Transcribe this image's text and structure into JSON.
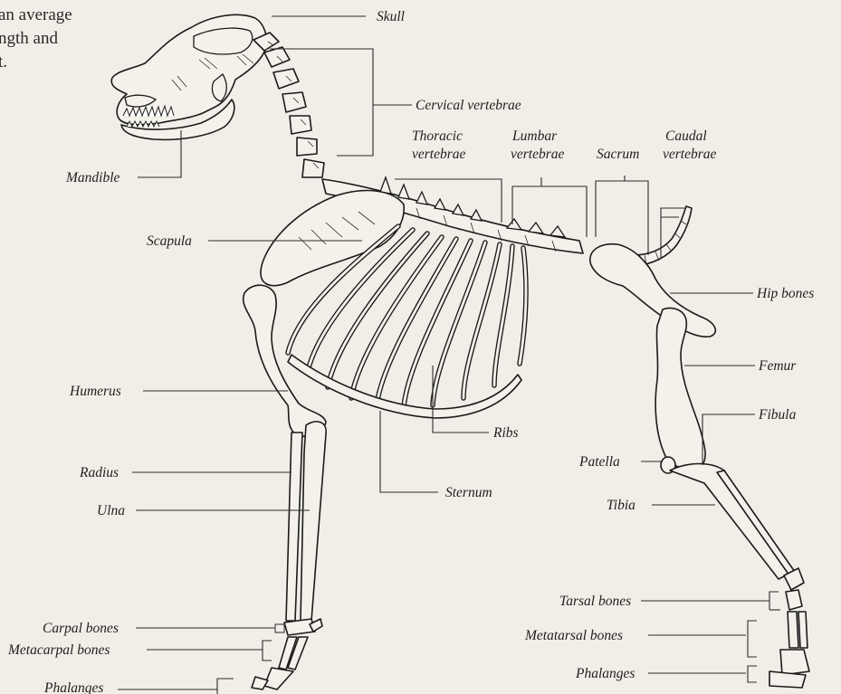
{
  "intro_text": "an average\nngth and\nt.",
  "labels": {
    "skull": "Skull",
    "cervical": "Cervical vertebrae",
    "thoracic_1": "Thoracic",
    "thoracic_2": "vertebrae",
    "lumbar_1": "Lumbar",
    "lumbar_2": "vertebrae",
    "sacrum": "Sacrum",
    "caudal_1": "Caudal",
    "caudal_2": "vertebrae",
    "mandible": "Mandible",
    "scapula": "Scapula",
    "hip_bones": "Hip bones",
    "femur": "Femur",
    "fibula": "Fibula",
    "humerus": "Humerus",
    "ribs": "Ribs",
    "patella": "Patella",
    "radius": "Radius",
    "sternum": "Sternum",
    "tibia": "Tibia",
    "ulna": "Ulna",
    "tarsal": "Tarsal bones",
    "carpal": "Carpal bones",
    "metatarsal": "Metatarsal bones",
    "metacarpal": "Metacarpal bones",
    "phalanges_hind": "Phalanges",
    "phalanges_front": "Phalanges"
  },
  "colors": {
    "background": "#f1eee7",
    "ink": "#1b1b1b",
    "bone_fill": "#f4f1ea"
  }
}
